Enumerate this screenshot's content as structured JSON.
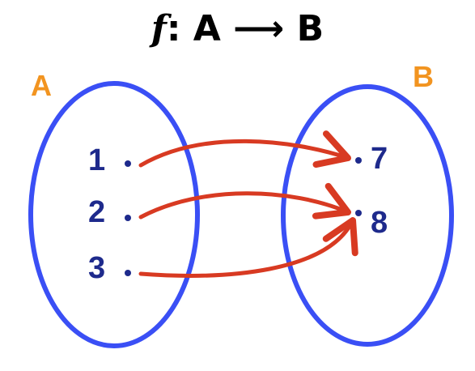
{
  "title": {
    "function_name": "f",
    "colon": ":",
    "domain": "A",
    "arrow": "⟶",
    "codomain": "B"
  },
  "sets": {
    "A": {
      "label": "A",
      "elements": [
        "1",
        "2",
        "3"
      ]
    },
    "B": {
      "label": "B",
      "elements": [
        "7",
        "8"
      ]
    }
  },
  "mappings": [
    {
      "from": "1",
      "to": "7"
    },
    {
      "from": "2",
      "to": "8"
    },
    {
      "from": "3",
      "to": "8"
    }
  ],
  "colors": {
    "set_outline": "#3a4ff5",
    "set_label": "#f29420",
    "element_text": "#1e2a8c",
    "arrow": "#d83a22",
    "title": "#000000"
  }
}
